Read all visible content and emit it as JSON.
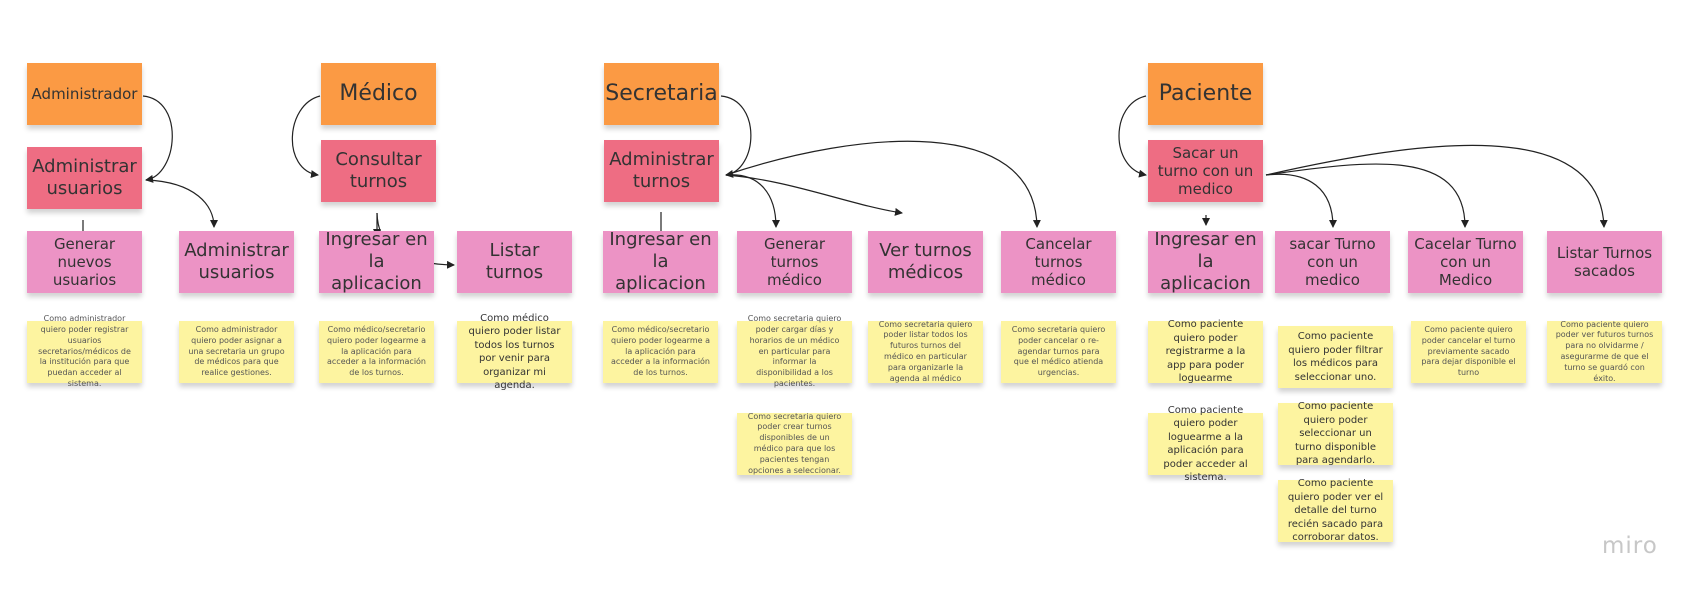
{
  "roles": {
    "administrador": "Administrador",
    "medico": "Médico",
    "secretaria": "Secretaria",
    "paciente": "Paciente"
  },
  "epics": {
    "admin": "Administrar usuarios",
    "medico": "Consultar turnos",
    "secretaria": "Administrar turnos",
    "paciente": "Sacar un turno con un medico"
  },
  "tasks": {
    "admin_generar": "Generar nuevos usuarios",
    "admin_administrar": "Administrar usuarios",
    "medico_ingresar": "Ingresar en la aplicacion",
    "medico_listar": "Listar turnos",
    "sec_ingresar": "Ingresar en la aplicacion",
    "sec_generar": "Generar turnos médico",
    "sec_ver": "Ver turnos médicos",
    "sec_cancelar": "Cancelar turnos médico",
    "pac_ingresar": "Ingresar en la aplicacion",
    "pac_sacar": "sacar Turno con un medico",
    "pac_cancelar": "Cacelar Turno con un Medico",
    "pac_listar": "Listar Turnos sacados"
  },
  "stories": {
    "admin_generar_1": "Como administrador quiero poder registrar usuarios secretarios/médicos de la institución para que puedan acceder al sistema.",
    "admin_administrar_1": "Como administrador quiero poder asignar a una secretaria un grupo de médicos para que realice gestiones.",
    "medico_ingresar_1": "Como médico/secretario quiero poder logearme a la aplicación para acceder a la información de los turnos.",
    "medico_listar_1": "Como médico quiero poder listar todos los turnos por venir para organizar mi agenda.",
    "sec_ingresar_1": "Como médico/secretario quiero poder logearme a la aplicación para acceder a la información de los turnos.",
    "sec_generar_1": "Como secretaria quiero poder cargar días y horarios de un médico en particular para informar la disponibilidad a los pacientes.",
    "sec_generar_2": "Como secretaria quiero poder crear turnos disponibles de un médico para que los pacientes tengan opciones a seleccionar.",
    "sec_ver_1": "Como secretaria quiero poder listar todos los futuros turnos del médico en particular para organizarle la agenda al médico",
    "sec_cancelar_1": "Como secretaria quiero poder cancelar o re-agendar turnos para que el médico atienda urgencias.",
    "pac_ingresar_1": "Como paciente quiero poder registrarme a la app para poder loguearme",
    "pac_ingresar_2": "Como paciente quiero poder loguearme a la aplicación para poder acceder al sistema.",
    "pac_sacar_1": "Como paciente quiero poder filtrar los médicos para seleccionar uno.",
    "pac_sacar_2": "Como paciente quiero poder seleccionar un turno disponible para agendarlo.",
    "pac_sacar_3": "Como paciente quiero poder ver el detalle del turno recién sacado para corroborar datos.",
    "pac_cancelar_1": "Como paciente quiero poder cancelar el turno previamente sacado para dejar disponible el turno",
    "pac_listar_1": "Como paciente quiero poder ver futuros turnos para no olvidarme / asegurarme de que el turno se guardó con éxito."
  },
  "brand": {
    "logo": "miro"
  },
  "colors": {
    "role": "#fb9a44",
    "epic": "#ee6d83",
    "task": "#ec93c5",
    "story": "#fdf4a0"
  }
}
